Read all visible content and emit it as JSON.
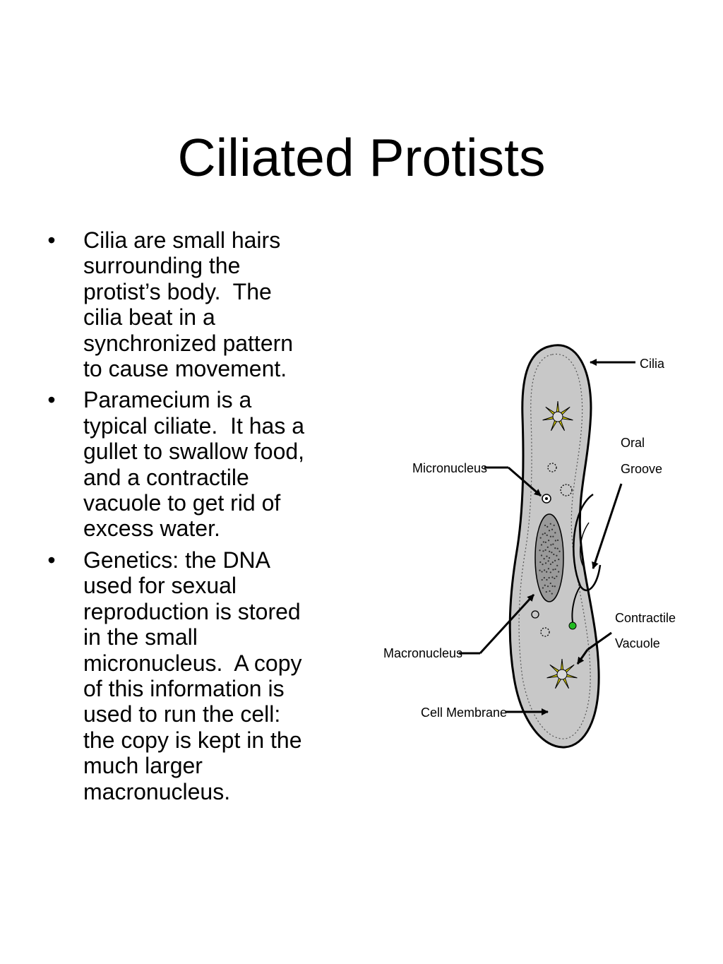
{
  "slide": {
    "title": "Ciliated Protists",
    "bullets": [
      {
        "marker": "•",
        "lines": [
          "Cilia are small hairs",
          "surrounding the",
          "protist’s body.  The",
          "cilia beat in a",
          "synchronized pattern",
          "to cause movement."
        ]
      },
      {
        "marker": "•",
        "lines": [
          "Paramecium is a",
          "typical ciliate.  It has a",
          "gullet to swallow food,",
          "and a contractile",
          "vacuole to get rid of",
          "excess water."
        ]
      },
      {
        "marker": "•",
        "lines": [
          "Genetics: the DNA",
          "used for sexual",
          "reproduction is stored",
          "in the small",
          "micronucleus.  A copy",
          "of this information is",
          "used to run the cell:",
          "the copy is kept in the",
          "much larger",
          "macronucleus."
        ]
      }
    ]
  },
  "diagram": {
    "labels": {
      "cilia": "Cilia",
      "oral": "Oral",
      "groove": "Groove",
      "micronucleus": "Micronucleus",
      "contractile": "Contractile",
      "vacuole": "Vacuole",
      "macronucleus": "Macronucleus",
      "cell_membrane": "Cell Membrane"
    },
    "colors": {
      "cell_fill": "#c8c8c8",
      "outline": "#000000",
      "star_vacuole": "#f2e600",
      "green_vacuole": "#22bb22"
    }
  }
}
